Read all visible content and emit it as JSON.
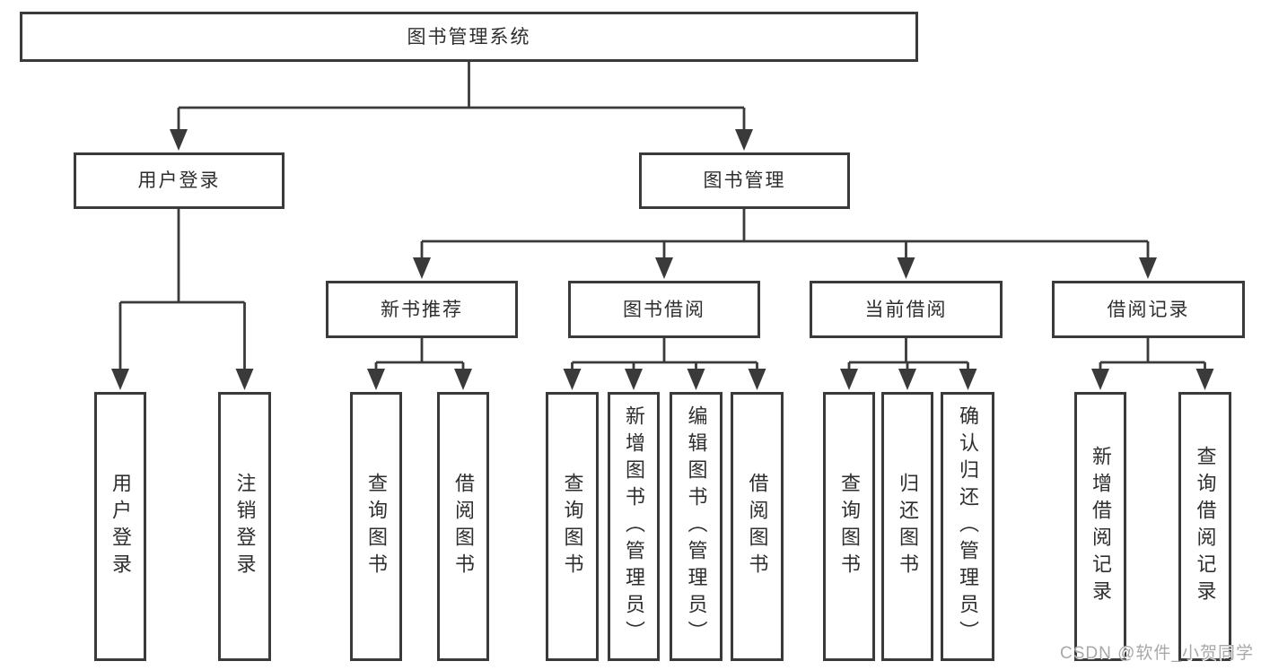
{
  "tree": {
    "label": "图书管理系统",
    "children": [
      {
        "label": "用户登录",
        "children": [
          {
            "label": "用户登录"
          },
          {
            "label": "注销登录"
          }
        ]
      },
      {
        "label": "图书管理",
        "children": [
          {
            "label": "新书推荐",
            "children": [
              {
                "label": "查询图书"
              },
              {
                "label": "借阅图书"
              }
            ]
          },
          {
            "label": "图书借阅",
            "children": [
              {
                "label": "查询图书"
              },
              {
                "label": "新增图书（管理员）"
              },
              {
                "label": "编辑图书（管理员）"
              },
              {
                "label": "借阅图书"
              }
            ]
          },
          {
            "label": "当前借阅",
            "children": [
              {
                "label": "查询图书"
              },
              {
                "label": "归还图书"
              },
              {
                "label": "确认归还（管理员）"
              }
            ]
          },
          {
            "label": "借阅记录",
            "children": [
              {
                "label": "新增借阅记录"
              },
              {
                "label": "查询借阅记录"
              }
            ]
          }
        ]
      }
    ]
  },
  "watermark": {
    "text": "CSDN @软件_小贺同学"
  },
  "colors": {
    "line": "#3a3a3a",
    "box_border": "#3a3a3a",
    "text": "#2e2e2e",
    "background": "#ffffff",
    "watermark": "#a8a8a8"
  }
}
